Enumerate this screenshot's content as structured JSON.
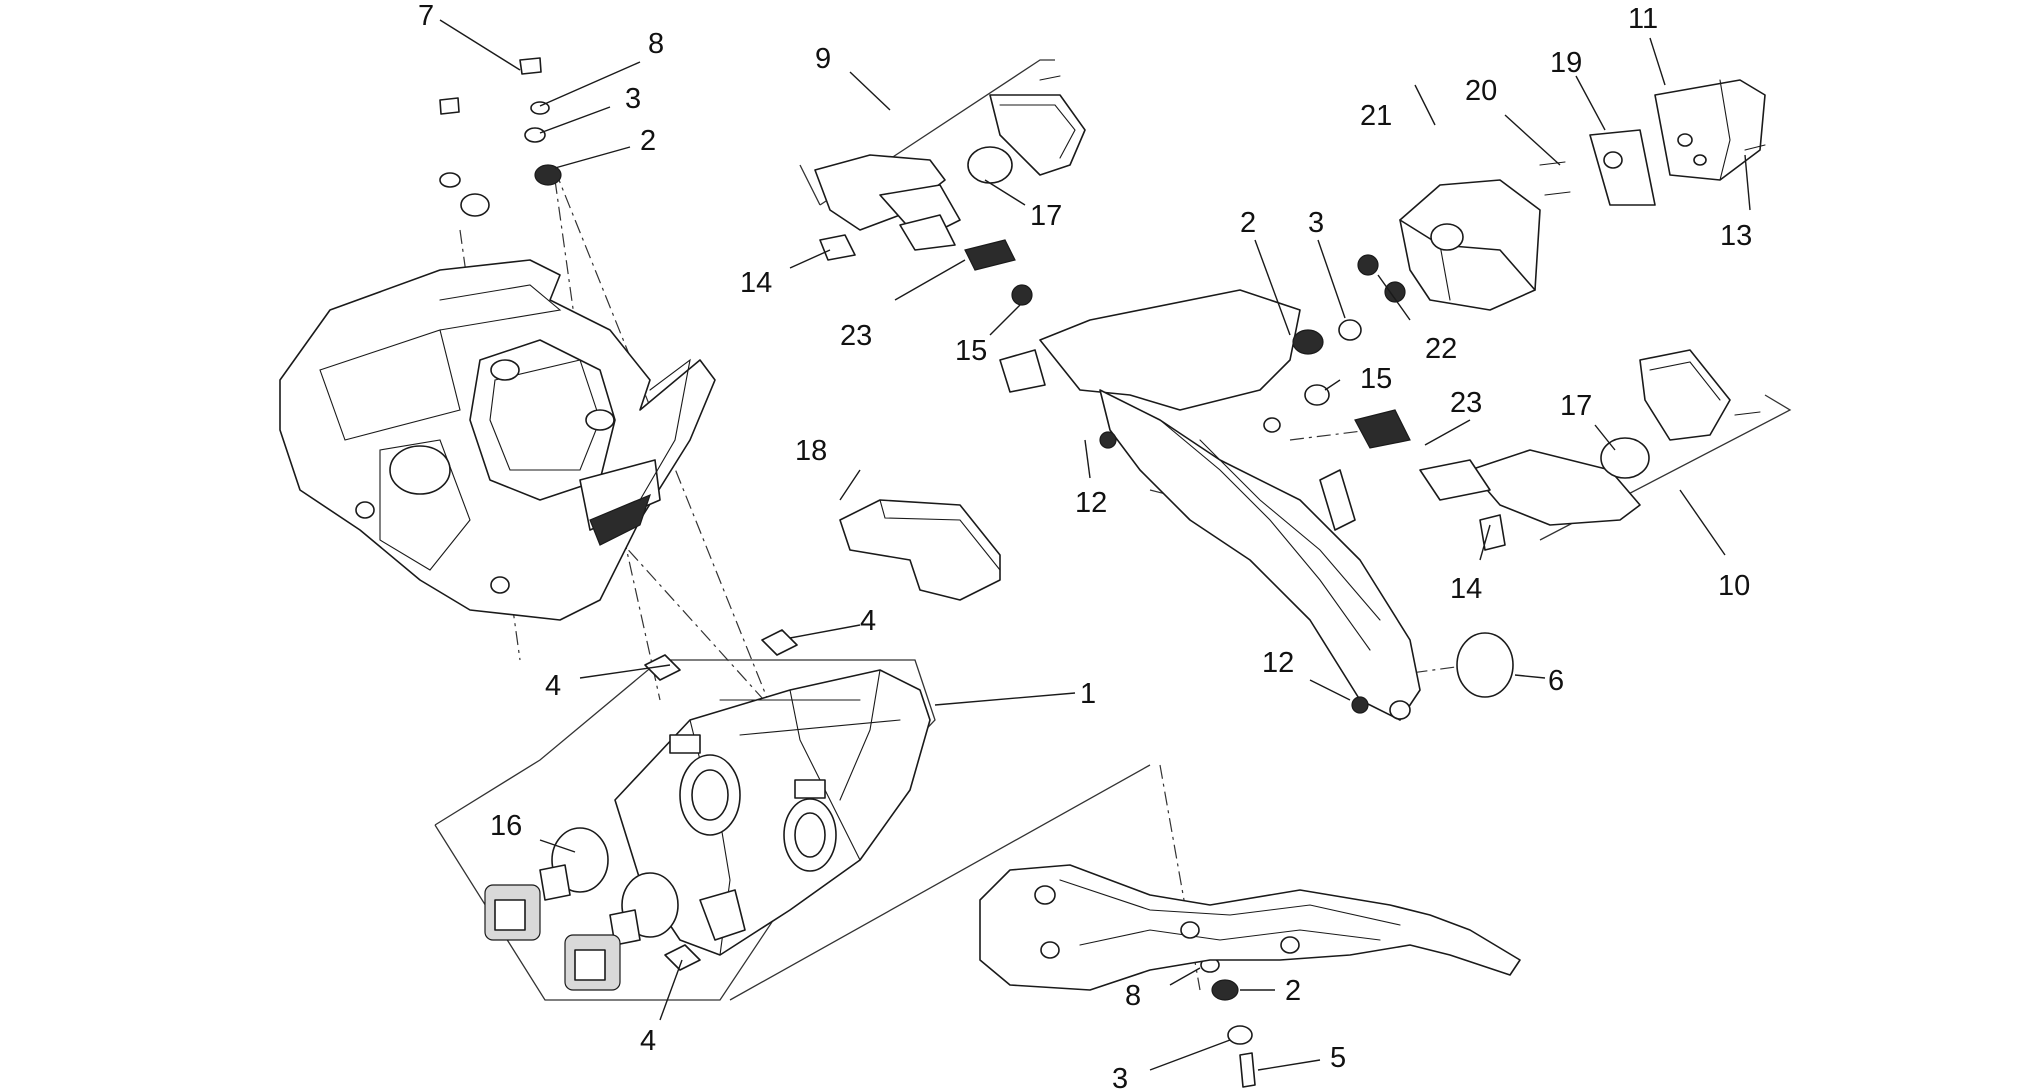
{
  "callouts": {
    "c1": "1",
    "c2a": "2",
    "c2b": "2",
    "c2c": "2",
    "c3a": "3",
    "c3b": "3",
    "c3c": "3",
    "c4a": "4",
    "c4b": "4",
    "c4c": "4",
    "c5": "5",
    "c6": "6",
    "c7": "7",
    "c8a": "8",
    "c8b": "8",
    "c9": "9",
    "c10": "10",
    "c11": "11",
    "c12a": "12",
    "c12b": "12",
    "c13": "13",
    "c14a": "14",
    "c14b": "14",
    "c15a": "15",
    "c15b": "15",
    "c16": "16",
    "c17a": "17",
    "c17b": "17",
    "c18": "18",
    "c19": "19",
    "c20": "20",
    "c21": "21",
    "c22": "22",
    "c23a": "23",
    "c23b": "23"
  }
}
